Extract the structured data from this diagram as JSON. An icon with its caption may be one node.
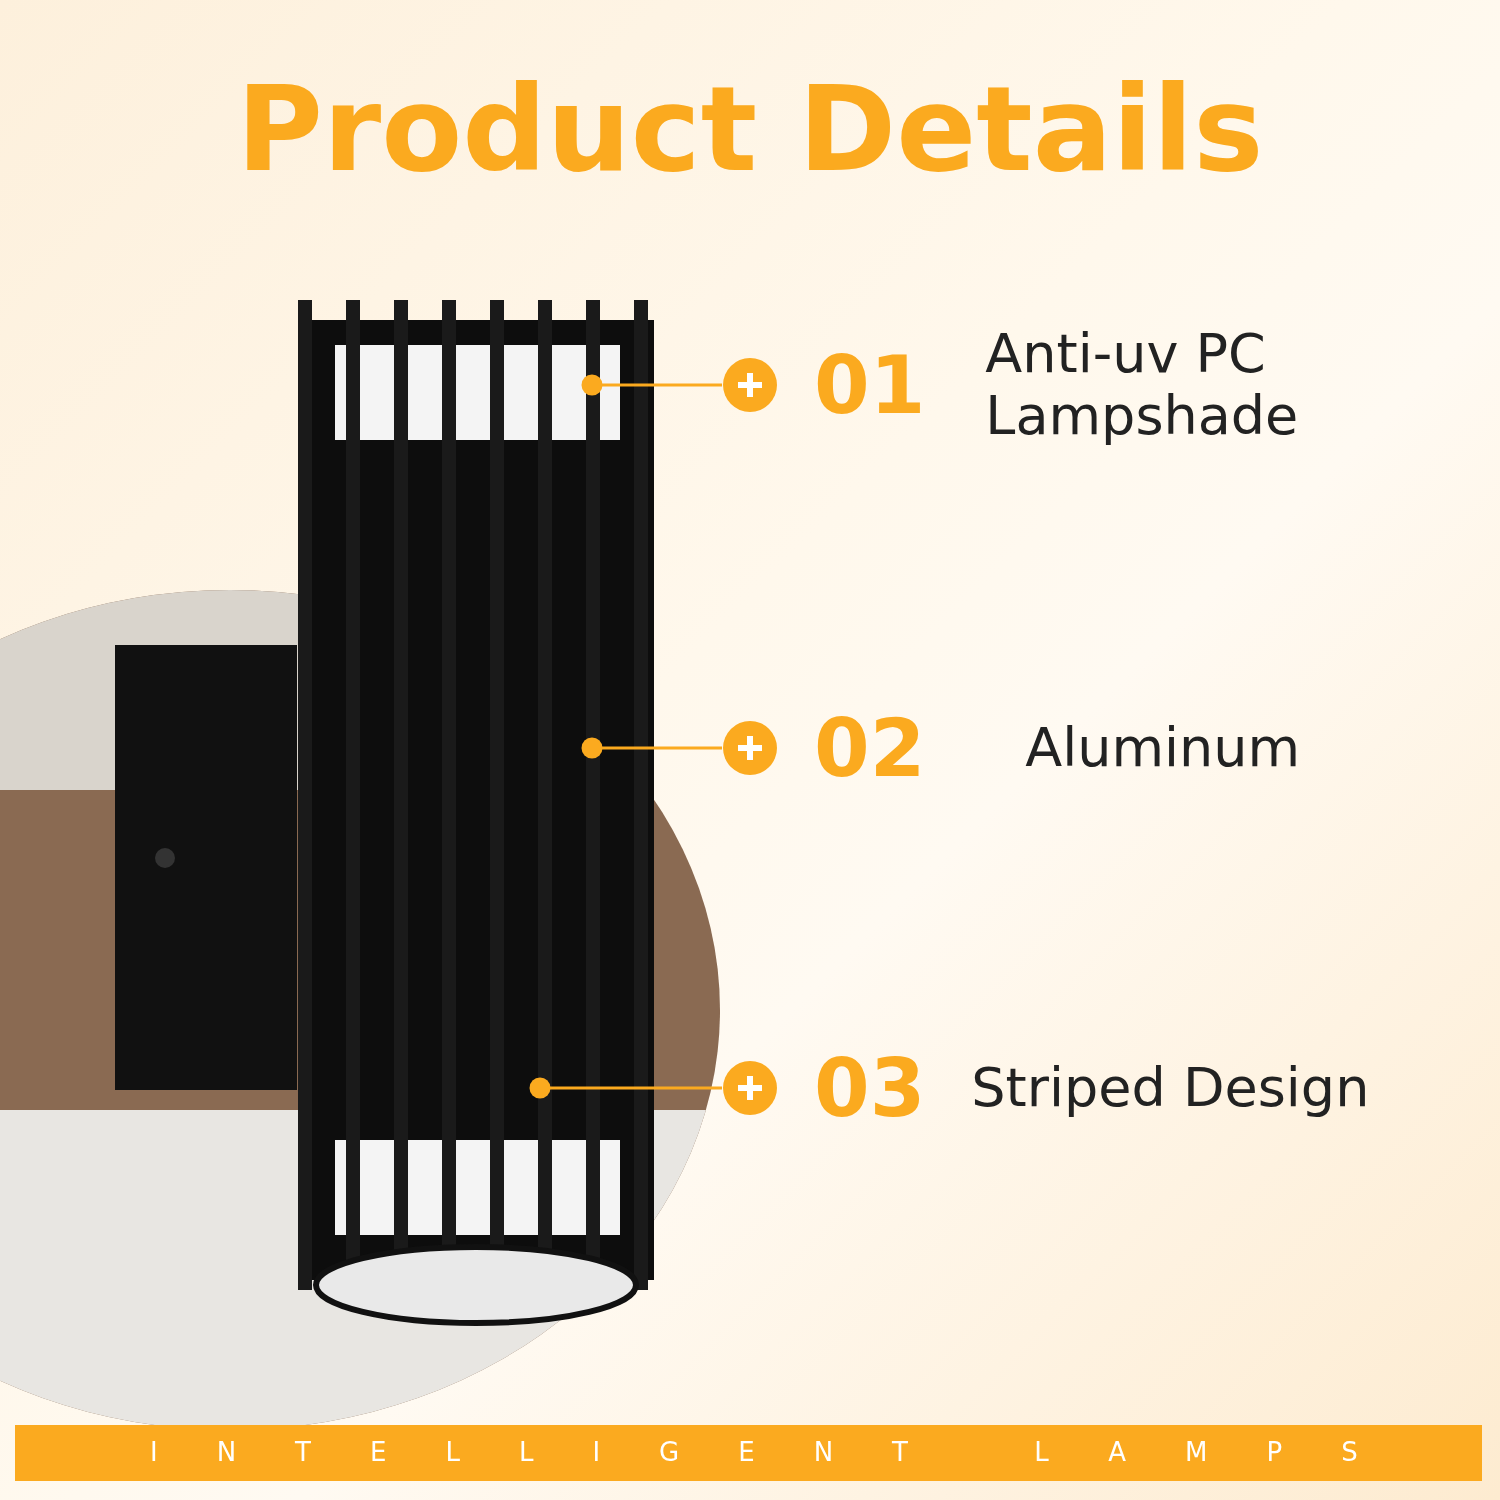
{
  "diagram": {
    "title": "Product Details",
    "nodes": [
      {
        "text": [
          "01",
          "Anti-uv PC Lampshade"
        ]
      },
      {
        "text": [
          "02",
          "Aluminum"
        ]
      },
      {
        "text": [
          "03",
          "Striped Design"
        ]
      }
    ],
    "edges": [
      {
        "from": 0,
        "to": null,
        "arrow": "other"
      },
      {
        "from": 1,
        "to": null,
        "arrow": "other"
      },
      {
        "from": 2,
        "to": null,
        "arrow": "other"
      }
    ],
    "labels": [
      "INTELLIGENT LAMPS"
    ]
  }
}
